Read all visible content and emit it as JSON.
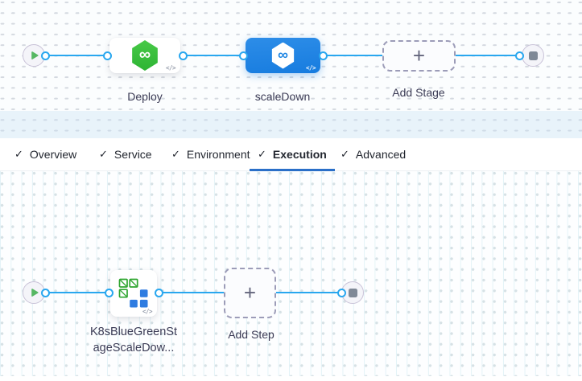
{
  "icons": {
    "check": "✓",
    "plus": "+",
    "infinity": "∞",
    "code": "</>"
  },
  "stage_pipeline": {
    "deploy": {
      "label": "Deploy"
    },
    "scale_down": {
      "label": "scaleDown",
      "selected": true
    },
    "add_stage": {
      "label": "Add Stage"
    }
  },
  "tabs": [
    {
      "label": "Overview",
      "checked": true,
      "active": false
    },
    {
      "label": "Service",
      "checked": true,
      "active": false
    },
    {
      "label": "Environment",
      "checked": true,
      "active": false
    },
    {
      "label": "Execution",
      "checked": true,
      "active": true
    },
    {
      "label": "Advanced",
      "checked": true,
      "active": false
    }
  ],
  "step_pipeline": {
    "step": {
      "label_line_1": "K8sBlueGreenSt",
      "label_line_2": "ageScaleDow..."
    },
    "add_step": {
      "label": "Add Step"
    }
  },
  "colors": {
    "connector_blue": "#29a7ef",
    "selected_node_blue": "#1d85e3",
    "deploy_green": "#3dc33d",
    "tab_underline_blue": "#2a6fc8",
    "k8s_green": "#2ea52f",
    "k8s_blue": "#2e7ce1",
    "play_green": "#56b763",
    "stop_gray": "#7f8997"
  }
}
